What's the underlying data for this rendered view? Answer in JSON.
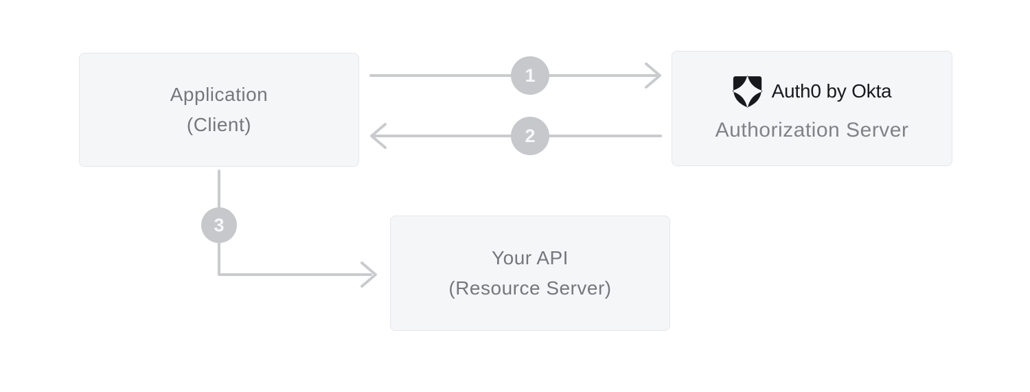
{
  "diagram": {
    "title_hint": "OAuth client credentials flow diagram",
    "nodes": {
      "application": {
        "line1": "Application",
        "line2": "(Client)"
      },
      "auth_server": {
        "logo_text": "Auth0 by Okta",
        "label": "Authorization Server"
      },
      "your_api": {
        "line1": "Your API",
        "line2": "(Resource Server)"
      }
    },
    "steps": [
      {
        "number": "1",
        "from": "application",
        "to": "auth_server"
      },
      {
        "number": "2",
        "from": "auth_server",
        "to": "application"
      },
      {
        "number": "3",
        "from": "application",
        "to": "your_api"
      }
    ],
    "icons": {
      "auth0_shield": "auth0-shield-logo-icon"
    },
    "colors": {
      "background": "#ffffff",
      "box_bg": "#f5f6f8",
      "box_border": "#e4e6e9",
      "box_text": "#76777a",
      "arrow": "#c9cbce",
      "badge_bg": "#c6c8cb",
      "badge_text": "#f7f8f9",
      "logo_black": "#17191c",
      "auth_label_text": "#808285"
    }
  }
}
